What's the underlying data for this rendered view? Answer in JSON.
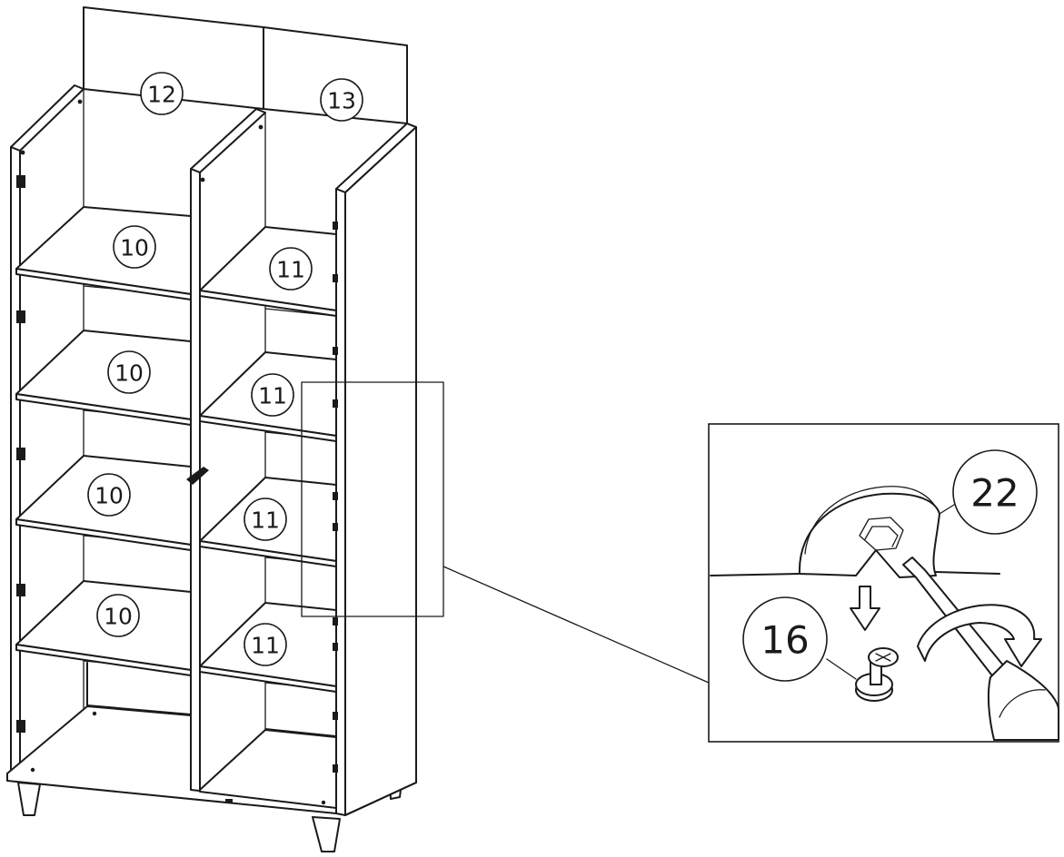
{
  "callouts": {
    "back_panel_left": "12",
    "back_panel_right": "13",
    "left_shelves": [
      "10",
      "10",
      "10",
      "10"
    ],
    "right_shelves": [
      "11",
      "11",
      "11",
      "11"
    ],
    "detail_part_a": "22",
    "detail_part_b": "16"
  }
}
